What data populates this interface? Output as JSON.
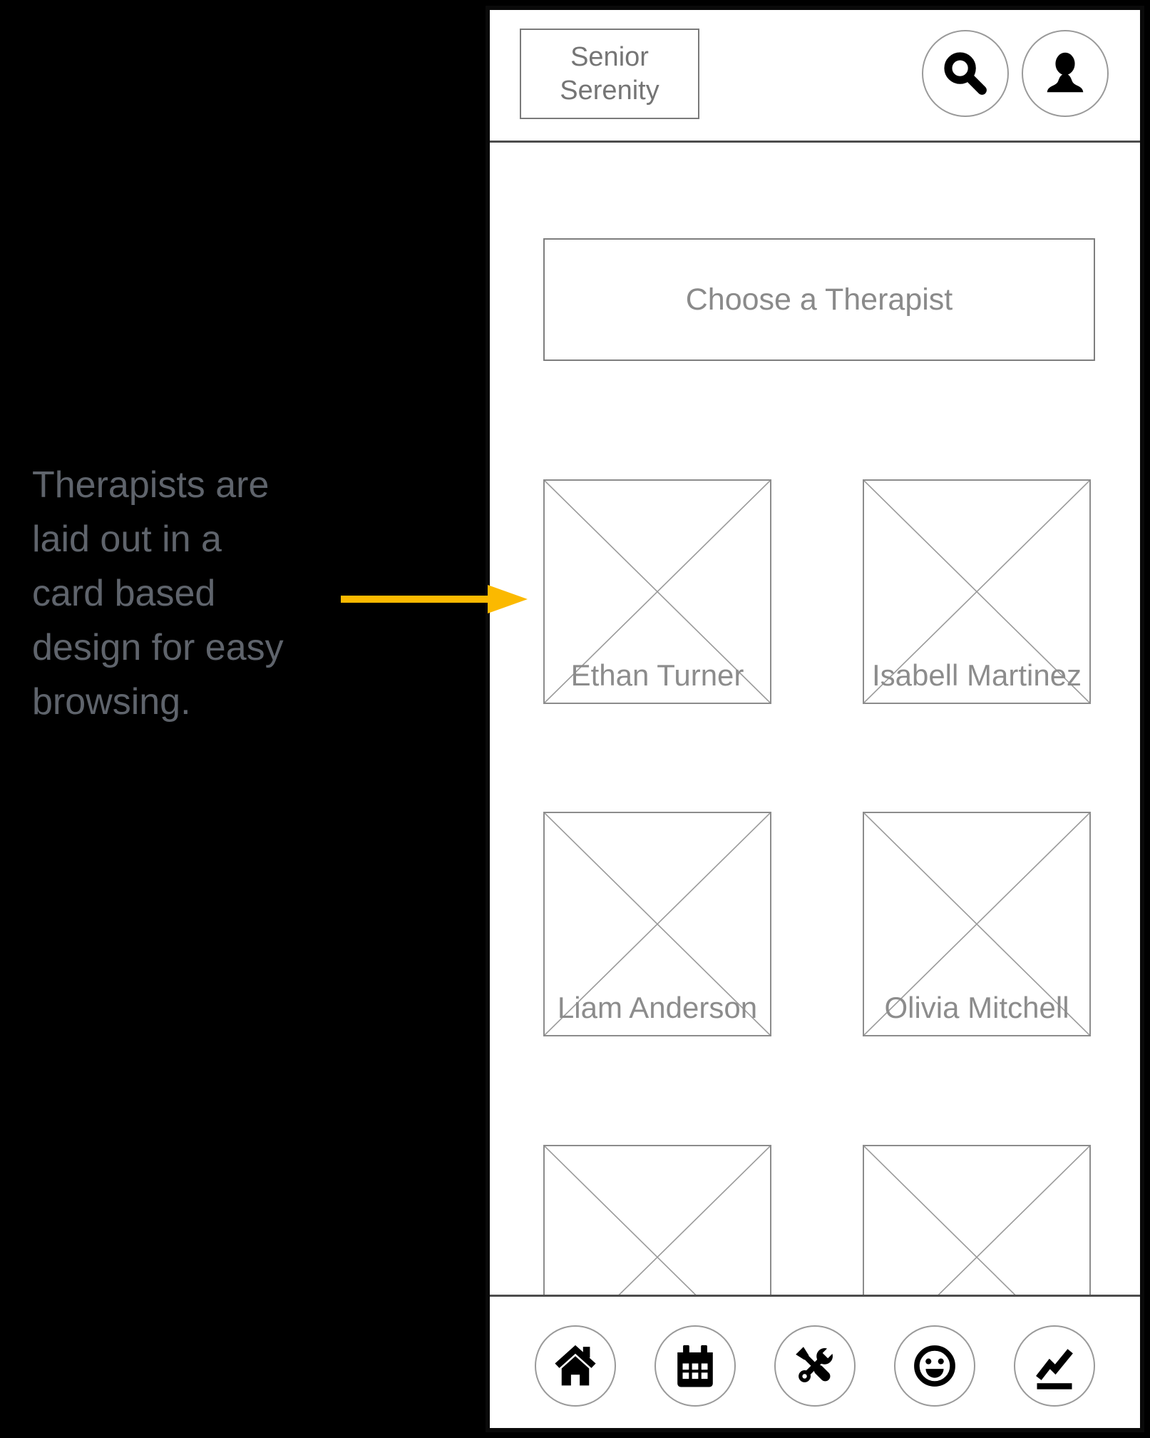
{
  "annotation": {
    "text": "Therapists are\nlaid out in a\ncard based\ndesign for easy\nbrowsing.",
    "arrow_color": "#FBB900",
    "text_color": "#5F646C"
  },
  "app": {
    "logo_text": "Senior\nSerenity",
    "header": {
      "icons": [
        "search-icon",
        "user-icon"
      ]
    },
    "section_title": "Choose a Therapist",
    "cards": [
      {
        "name": "Ethan Turner"
      },
      {
        "name": "Isabell Martinez"
      },
      {
        "name": "Liam Anderson"
      },
      {
        "name": "Olivia Mitchell"
      },
      {
        "name": ""
      },
      {
        "name": ""
      }
    ],
    "nav_icons": [
      "home-icon",
      "calendar-icon",
      "tools-icon",
      "smiley-icon",
      "trend-icon"
    ]
  }
}
